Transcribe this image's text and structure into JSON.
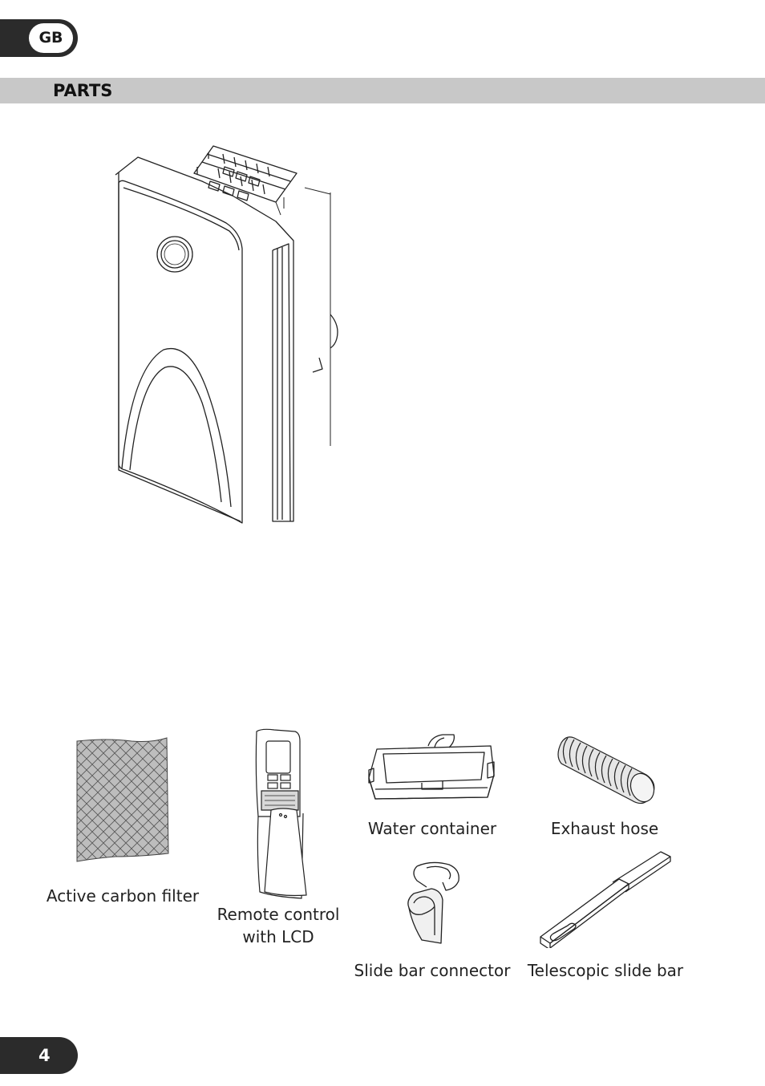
{
  "header": {
    "language_badge": "GB",
    "section_title": "PARTS"
  },
  "parts": [
    {
      "id": "carbon_filter",
      "label": "Active carbon filter",
      "icon": "carbon-filter-illustration"
    },
    {
      "id": "remote",
      "label_line1": "Remote control",
      "label_line2": "with LCD",
      "icon": "remote-control-illustration"
    },
    {
      "id": "water_container",
      "label": "Water container",
      "icon": "water-container-illustration"
    },
    {
      "id": "exhaust_hose",
      "label": "Exhaust hose",
      "icon": "exhaust-hose-illustration"
    },
    {
      "id": "slide_bar_connector",
      "label": "Slide bar connector",
      "icon": "slide-bar-connector-illustration"
    },
    {
      "id": "telescopic_slide_bar",
      "label": "Telescopic slide bar",
      "icon": "telescopic-slide-bar-illustration"
    }
  ],
  "footer": {
    "page_number": "4"
  },
  "colors": {
    "tab_dark": "#2b2b2b",
    "section_bar": "#c8c8c8",
    "line_art": "#222222"
  }
}
